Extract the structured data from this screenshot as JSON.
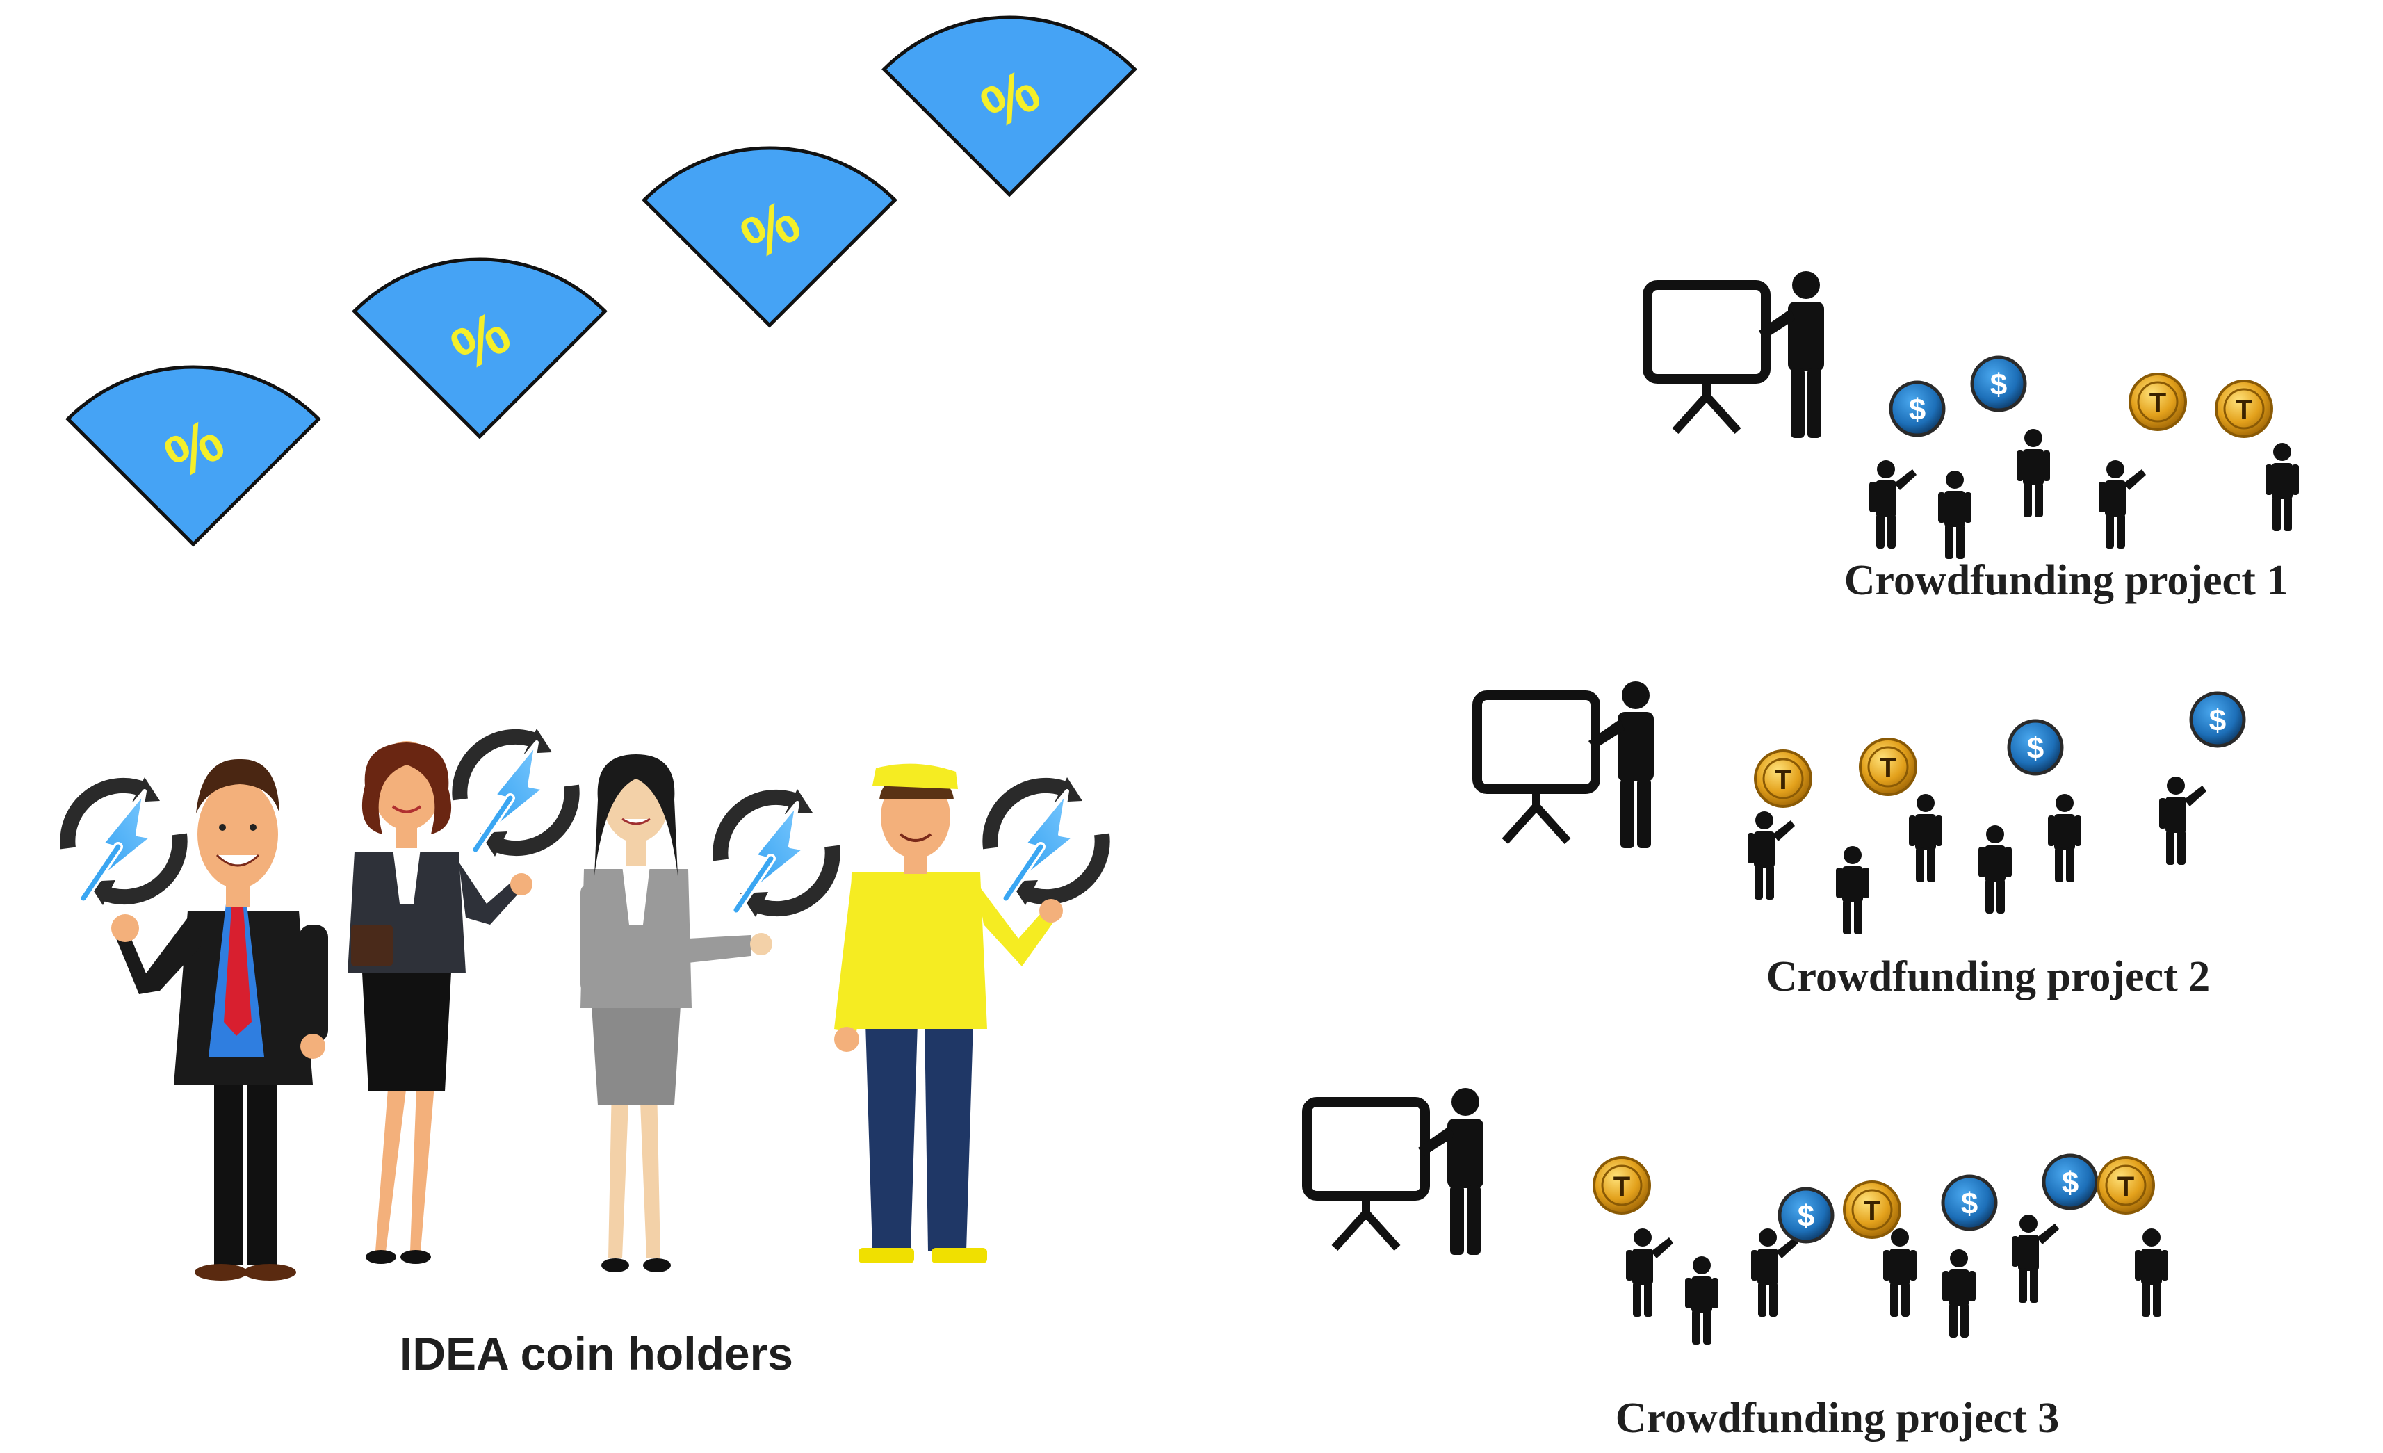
{
  "percent_wedges": [
    {
      "symbol": "%"
    },
    {
      "symbol": "%"
    },
    {
      "symbol": "%"
    },
    {
      "symbol": "%"
    }
  ],
  "holders_label": "IDEA coin holders",
  "holder_icon": "idea-coin-icon",
  "projects": [
    {
      "label": "Crowdfunding project 1",
      "coins": [
        "$",
        "$",
        "T",
        "T"
      ]
    },
    {
      "label": "Crowdfunding project 2",
      "coins": [
        "T",
        "T",
        "$",
        "$"
      ]
    },
    {
      "label": "Crowdfunding project 3",
      "coins": [
        "T",
        "$",
        "T",
        "$",
        "$",
        "T"
      ]
    }
  ],
  "colors": {
    "wedge_fill": "#45a3f5",
    "wedge_text": "#f4ef2a",
    "coin_blue": "#1d78c8",
    "coin_gold": "#e3a11c",
    "silhouette": "#111111"
  }
}
